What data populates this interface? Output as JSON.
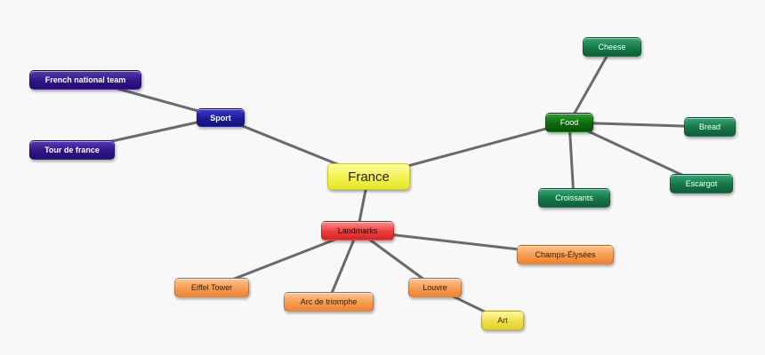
{
  "mindmap": {
    "center": {
      "label": "France"
    },
    "branches": [
      {
        "label": "Sport",
        "children": [
          {
            "label": "French national team"
          },
          {
            "label": "Tour de france"
          }
        ]
      },
      {
        "label": "Food",
        "children": [
          {
            "label": "Cheese"
          },
          {
            "label": "Bread"
          },
          {
            "label": "Escargot"
          },
          {
            "label": "Croissants"
          }
        ]
      },
      {
        "label": "Landmarks",
        "children": [
          {
            "label": "Eiffel Tower"
          },
          {
            "label": "Arc de triomphe"
          },
          {
            "label": "Louvre",
            "children": [
              {
                "label": "Art"
              }
            ]
          },
          {
            "label": "Champs-Élysées"
          }
        ]
      }
    ]
  },
  "colors": {
    "center": "#f2f24a",
    "landmarks": "#ee3b3b",
    "sport": "#1c1c9a",
    "sport_children": "#2f1586",
    "food": "#0d6b0d",
    "food_children": "#157747",
    "landmark_children": "#f89b50",
    "louvre_children": "#f0e04a",
    "connector": "#6a6a6a"
  }
}
